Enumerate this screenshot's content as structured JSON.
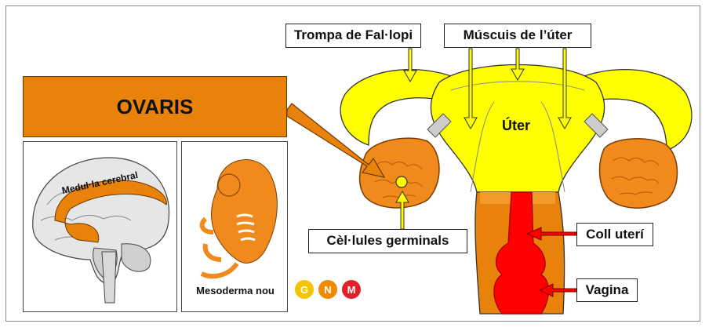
{
  "labels": {
    "trompa": "Trompa de Fal·lopi",
    "muscles": "Múscuis de l’úter",
    "ovaris": "OVARIS",
    "uter": "Úter",
    "cellules": "Cèl·lules germinals",
    "coll": "Coll uterí",
    "vagina": "Vagina",
    "medulla": "Medul·la cerebral",
    "mesoderma": "Mesoderma nou"
  },
  "logo": {
    "letters": [
      "G",
      "N",
      "M"
    ],
    "colors": [
      "#f5c400",
      "#f08a00",
      "#e0202a"
    ]
  },
  "colors": {
    "uterus": "#ffff00",
    "ovary": "#e8820a",
    "cervix": "#ff0000",
    "accent": "#e8820a"
  }
}
